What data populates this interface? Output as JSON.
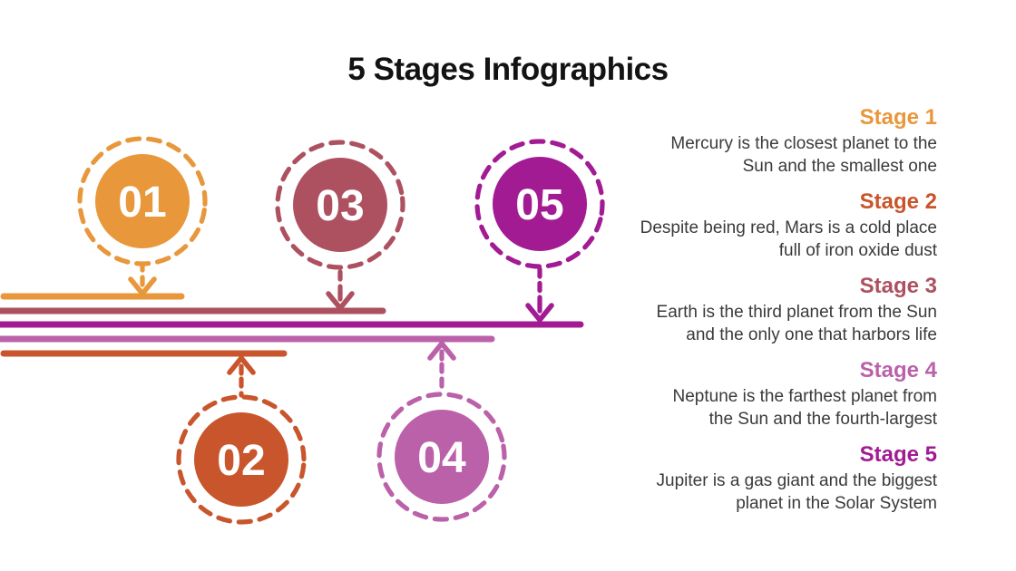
{
  "title": "5 Stages Infographics",
  "stages": [
    {
      "id": "01",
      "label": "Stage 1",
      "color": "#E8973B",
      "lines": [
        "Mercury is the closest planet to the",
        "Sun and the smallest one"
      ]
    },
    {
      "id": "02",
      "label": "Stage 2",
      "color": "#C8552B",
      "lines": [
        "Despite being red, Mars is a cold place",
        "full of iron oxide dust"
      ]
    },
    {
      "id": "03",
      "label": "Stage 3",
      "color": "#AD5161",
      "lines": [
        "Earth is the third planet from the Sun",
        "and the only one that harbors life"
      ]
    },
    {
      "id": "04",
      "label": "Stage 4",
      "color": "#BB61A9",
      "lines": [
        "Neptune is the farthest planet from",
        "the Sun and the fourth-largest"
      ]
    },
    {
      "id": "05",
      "label": "Stage 5",
      "color": "#A21B93",
      "lines": [
        "Jupiter is a gas giant and the biggest",
        "planet in the Solar System"
      ]
    }
  ],
  "colors": {
    "background": "#FFFFFF",
    "title_text": "#131313",
    "body_text": "#3A3A3A",
    "node_number_text": "#FFFFFF"
  }
}
